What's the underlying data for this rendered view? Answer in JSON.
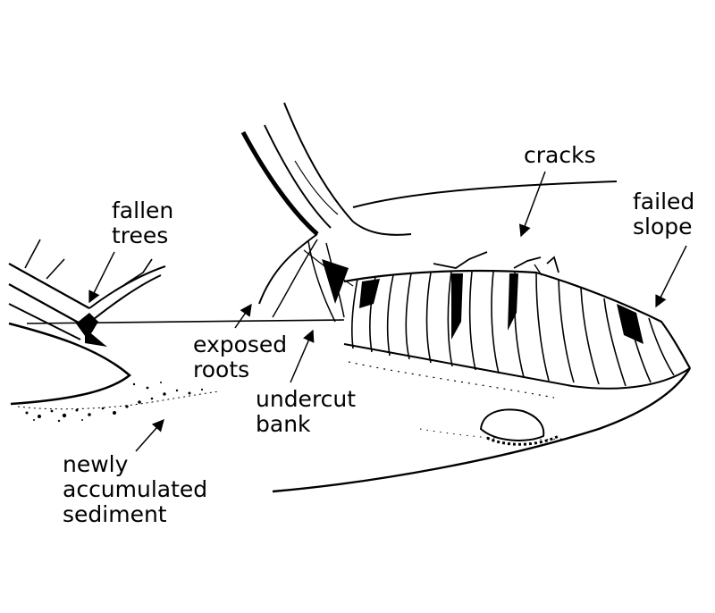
{
  "labels": {
    "fallen_trees": [
      "fallen",
      "trees"
    ],
    "cracks": [
      "cracks"
    ],
    "failed_slope": [
      "failed",
      "slope"
    ],
    "exposed_roots": [
      "exposed",
      "roots"
    ],
    "undercut_bank": [
      "undercut",
      "bank"
    ],
    "sediment": [
      "newly",
      "accumulated",
      "sediment"
    ]
  },
  "colors": {
    "ink": "#000000",
    "paper": "#ffffff"
  }
}
